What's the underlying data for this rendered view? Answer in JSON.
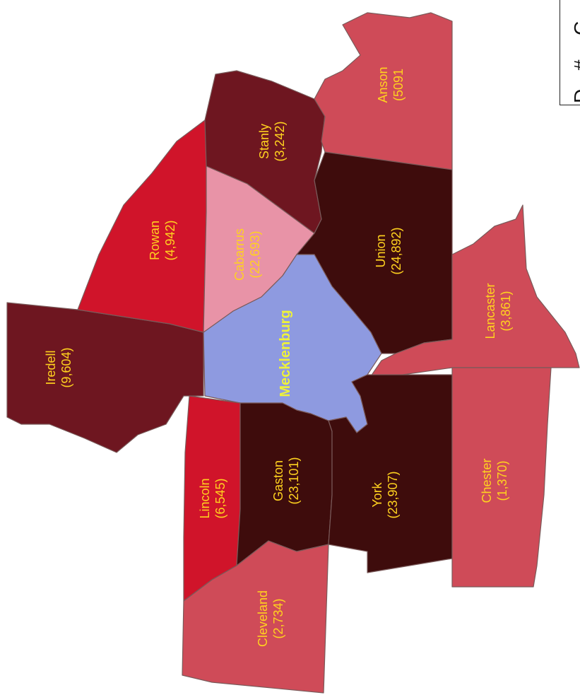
{
  "map": {
    "colors": {
      "darkest": "#3e0c0c",
      "dark": "#6e1620",
      "red": "#d0142a",
      "medium": "#cf4b58",
      "light": "#e893a7",
      "hub": "#8e9ae0",
      "label": "#ffd21f",
      "hub_label": "#eef23a"
    },
    "counties": [
      {
        "name": "Iredell",
        "value": "(9,604)",
        "shade": "dark"
      },
      {
        "name": "Rowan",
        "value": "(4,942)",
        "shade": "red"
      },
      {
        "name": "Cabarrus",
        "value": "(22,693)",
        "shade": "dark"
      },
      {
        "name": "Stanly",
        "value": "(3,242)",
        "shade": "medium"
      },
      {
        "name": "Anson",
        "value": "(5091",
        "shade": "light"
      },
      {
        "name": "Union",
        "value": "(24,892)",
        "shade": "darkest"
      },
      {
        "name": "Mecklenburg",
        "value": "",
        "shade": "hub"
      },
      {
        "name": "Lancaster",
        "value": "(3,861)",
        "shade": "medium"
      },
      {
        "name": "Lincoln",
        "value": "(6,545)",
        "shade": "red"
      },
      {
        "name": "Gaston",
        "value": "(23,101)",
        "shade": "darkest"
      },
      {
        "name": "York",
        "value": "(23,907)",
        "shade": "darkest"
      },
      {
        "name": "Chester",
        "value": "(1,370)",
        "shade": "medium"
      },
      {
        "name": "Cleveland",
        "value": "(2,734)",
        "shade": "medium"
      }
    ]
  },
  "legend": {
    "lines": [
      "C",
      "#",
      "D"
    ]
  }
}
